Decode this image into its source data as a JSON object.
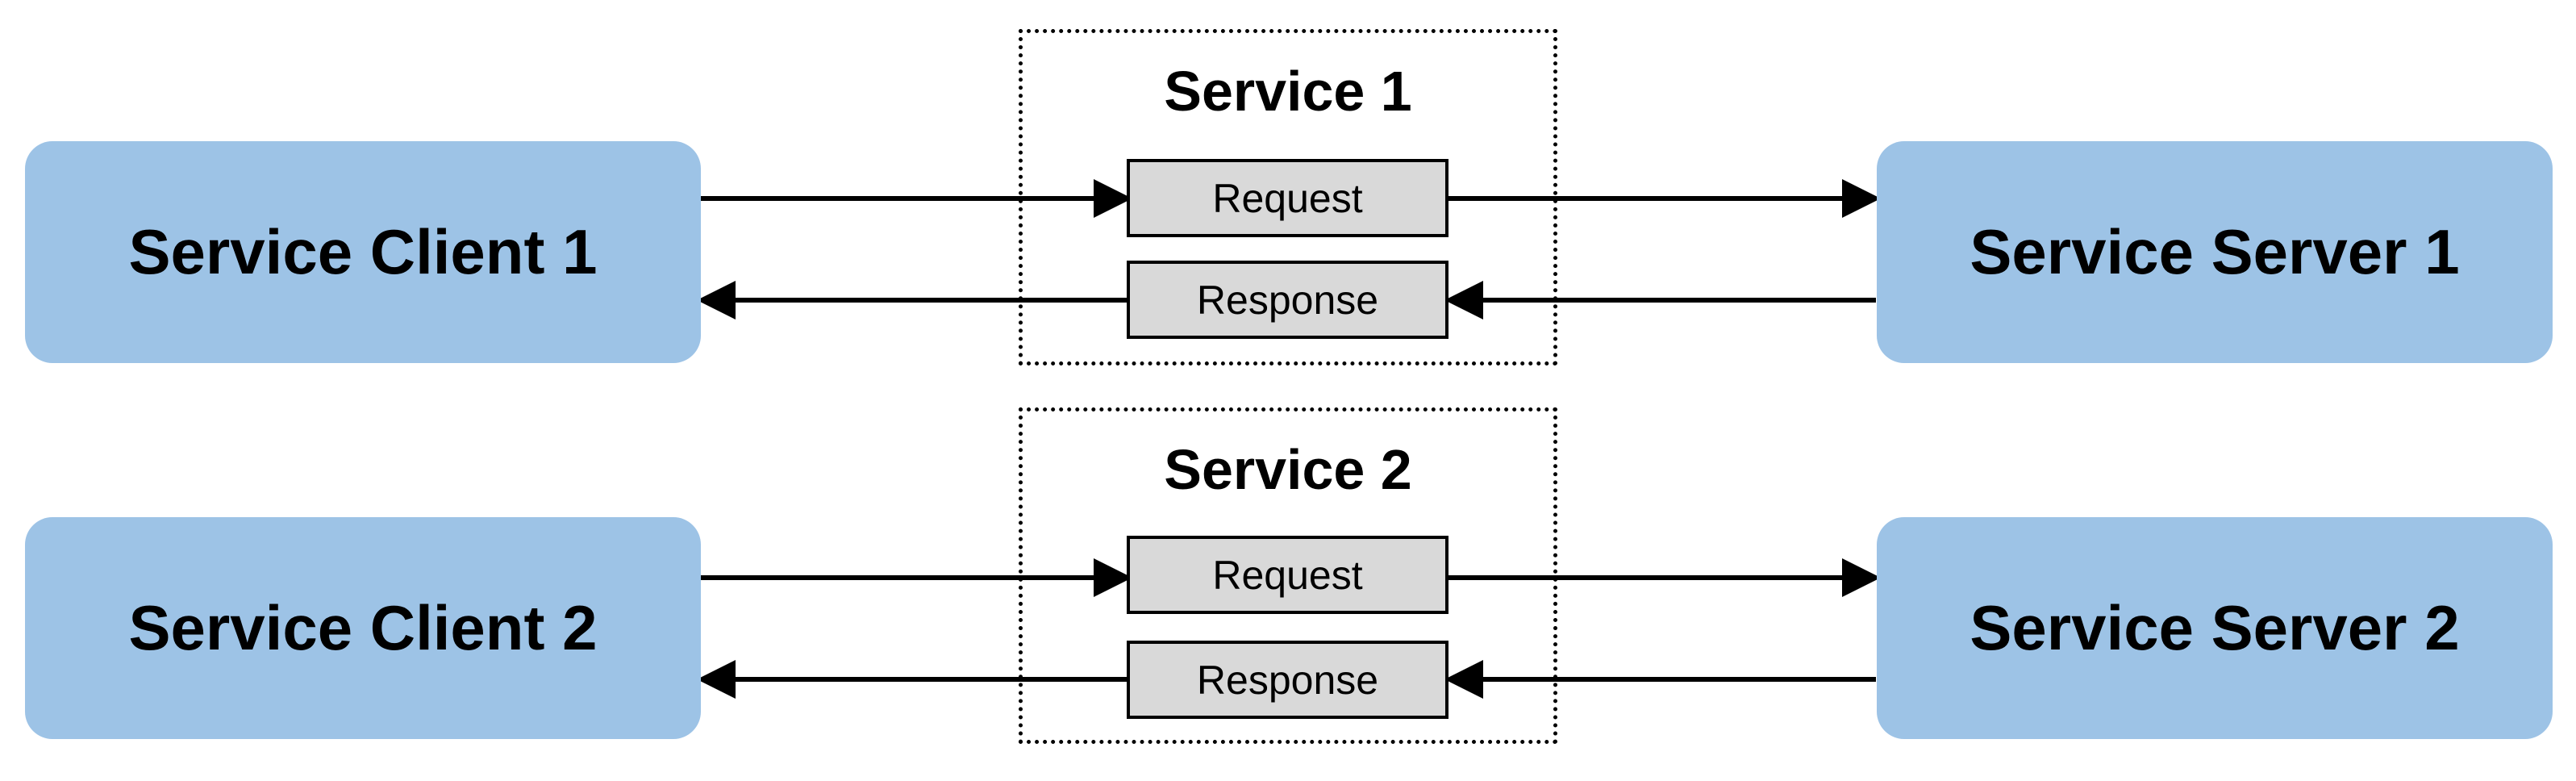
{
  "colors": {
    "node_fill": "#9dc3e6",
    "message_fill": "#d9d9d9",
    "line": "#000000"
  },
  "services": [
    {
      "title": "Service 1",
      "request_label": "Request",
      "response_label": "Response"
    },
    {
      "title": "Service 2",
      "request_label": "Request",
      "response_label": "Response"
    }
  ],
  "clients": [
    {
      "label": "Service Client 1"
    },
    {
      "label": "Service Client 2"
    }
  ],
  "servers": [
    {
      "label": "Service Server 1"
    },
    {
      "label": "Service Server 2"
    }
  ]
}
